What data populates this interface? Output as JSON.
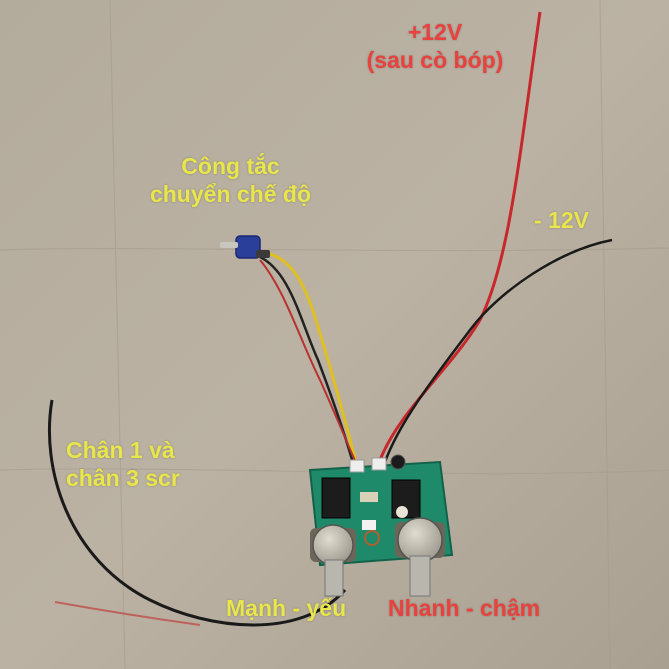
{
  "annotations": {
    "plus12v": {
      "line1": "+12V",
      "line2": "(sau cò bóp)"
    },
    "mode_switch": {
      "line1": "Công tắc",
      "line2": "chuyển chế độ"
    },
    "minus12v": {
      "label": "- 12V"
    },
    "scr_pins": {
      "line1": "Chân 1 và",
      "line2": "chân 3 scr"
    },
    "strong_weak": {
      "label": "Mạnh - yếu"
    },
    "fast_slow": {
      "label": "Nhanh - chậm"
    }
  },
  "colors": {
    "background": "#b7ae9f",
    "label_yellow": "#e8e64a",
    "label_red": "#e8413e",
    "pcb_green": "#1f8a6a",
    "wire_red": "#c8282b",
    "wire_black": "#1a1a1a",
    "wire_yellow": "#e0c020"
  }
}
